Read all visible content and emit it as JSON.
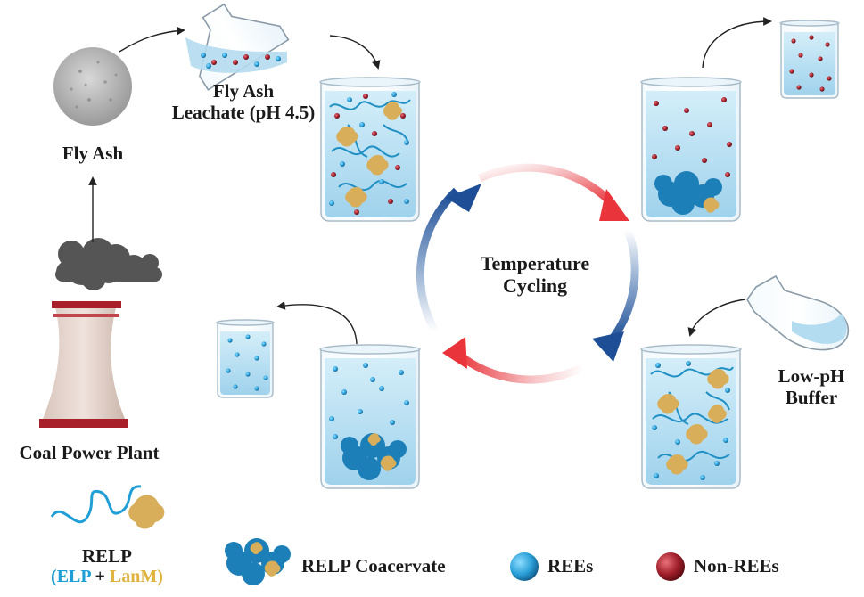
{
  "labels": {
    "fly_ash": "Fly Ash",
    "leachate_line1": "Fly Ash",
    "leachate_line2": "Leachate (pH 4.5)",
    "power_plant": "Coal Power Plant",
    "cycle_line1": "Temperature",
    "cycle_line2": "Cycling",
    "buffer_line1": "Low-pH",
    "buffer_line2": "Buffer",
    "relp": "RELP",
    "relp_open": "(",
    "elp": "ELP",
    "plus": " + ",
    "lanm": "LanM",
    "relp_close": ")"
  },
  "legend": {
    "coacervate": "RELP Coacervate",
    "rees": "REEs",
    "non_rees": "Non-REEs"
  },
  "colors": {
    "ree": "#2a9fd8",
    "non_ree": "#a01f2a",
    "elp": "#1f9fd6",
    "lanm": "#e0b240",
    "arrow_red": "#e8343a",
    "arrow_blue": "#1d4e96",
    "water": "#bfe2f2",
    "smoke": "#555555",
    "tower": "#e6d6cf"
  }
}
